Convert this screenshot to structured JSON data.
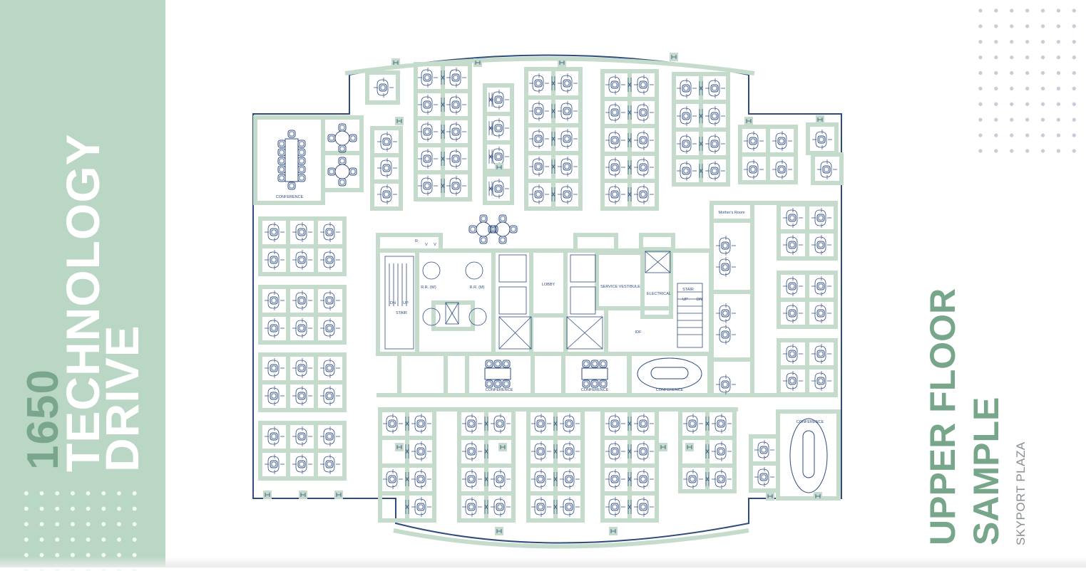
{
  "brand": {
    "address_number": "1650",
    "street_line1": "TECHNOLOGY",
    "street_line2": "DRIVE",
    "band_color": "#bad7c5",
    "number_color": "#7aa68d"
  },
  "title": {
    "line1": "UPPER FLOOR",
    "line2": "SAMPLE",
    "subtitle": "SKYPORT PLAZA",
    "title_color": "#77a68a"
  },
  "floor_plan": {
    "wall_color": "#c5dccd",
    "line_color": "#2f4c7e",
    "rooms": {
      "conference_nw": "CONFERENCE",
      "restroom_w": "R.R. (W)",
      "restroom_m": "R.R. (M)",
      "stair_west": "STAIR",
      "stair_west_dn": "DN",
      "stair_west_up": "UP",
      "lobby": "LOBBY",
      "service_vestibule": "SERVICE VESTIBULE",
      "electrical": "ELECTRICAL",
      "idf": "IDF",
      "stair_east": "STAIR",
      "stair_east_up": "UP",
      "stair_east_dn": "DN",
      "mothers_room": "Mother's Room",
      "conference_core_1": "CONFERENCE",
      "conference_core_2": "CONFERENCE",
      "conference_core_3": "CONFERENCE",
      "conference_se": "CONFERENCE",
      "core_closet_r": "R",
      "core_closet_v1": "V",
      "core_closet_v2": "V"
    }
  }
}
